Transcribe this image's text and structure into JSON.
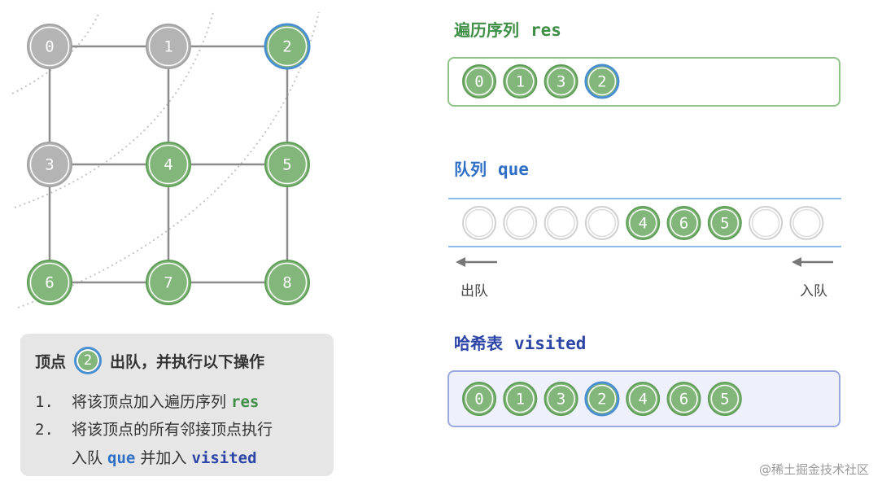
{
  "colors": {
    "visited": "#82b67a",
    "visited_ring": "#5f9e57",
    "dequeued": "#b4b4b4",
    "current_ring": "#4a8fd1",
    "edge": "#8c8c8c",
    "res_border": "#8ec486",
    "queue_line": "#8cbcea",
    "hash_border": "#9aa9e0",
    "hash_fill": "#eef0fb"
  },
  "graph": {
    "nodes": [
      {
        "label": "0",
        "state": "dequeued"
      },
      {
        "label": "1",
        "state": "dequeued"
      },
      {
        "label": "2",
        "state": "current"
      },
      {
        "label": "3",
        "state": "dequeued"
      },
      {
        "label": "4",
        "state": "visited"
      },
      {
        "label": "5",
        "state": "visited"
      },
      {
        "label": "6",
        "state": "visited"
      },
      {
        "label": "7",
        "state": "visited"
      },
      {
        "label": "8",
        "state": "visited"
      }
    ],
    "edges": [
      [
        0,
        1
      ],
      [
        1,
        2
      ],
      [
        3,
        4
      ],
      [
        4,
        5
      ],
      [
        6,
        7
      ],
      [
        7,
        8
      ],
      [
        0,
        3
      ],
      [
        3,
        6
      ],
      [
        1,
        4
      ],
      [
        4,
        7
      ],
      [
        2,
        5
      ],
      [
        5,
        8
      ]
    ]
  },
  "step": {
    "title_prefix": "顶点",
    "current_vertex": "2",
    "title_suffix": "出队，并执行以下操作",
    "line1_num": "1.",
    "line1_text": "将该顶点加入遍历序列 ",
    "line1_code": "res",
    "line2_num": "2.",
    "line2_text": "将该顶点的所有邻接顶点执行",
    "line3_text1": "入队 ",
    "line3_code1": "que",
    "line3_text2": " 并加入 ",
    "line3_code2": "visited"
  },
  "res": {
    "label": "遍历序列",
    "code": "res",
    "items": [
      {
        "label": "0",
        "current": false
      },
      {
        "label": "1",
        "current": false
      },
      {
        "label": "3",
        "current": false
      },
      {
        "label": "2",
        "current": true
      }
    ]
  },
  "queue": {
    "label": "队列",
    "code": "que",
    "slots": [
      "",
      "",
      "",
      "",
      "4",
      "6",
      "5",
      "",
      ""
    ],
    "dequeue_label": "出队",
    "enqueue_label": "入队"
  },
  "visited": {
    "label": "哈希表",
    "code": "visited",
    "items": [
      {
        "label": "0",
        "current": false
      },
      {
        "label": "1",
        "current": false
      },
      {
        "label": "3",
        "current": false
      },
      {
        "label": "2",
        "current": true
      },
      {
        "label": "4",
        "current": false
      },
      {
        "label": "6",
        "current": false
      },
      {
        "label": "5",
        "current": false
      }
    ]
  },
  "watermark": "@稀土掘金技术社区"
}
